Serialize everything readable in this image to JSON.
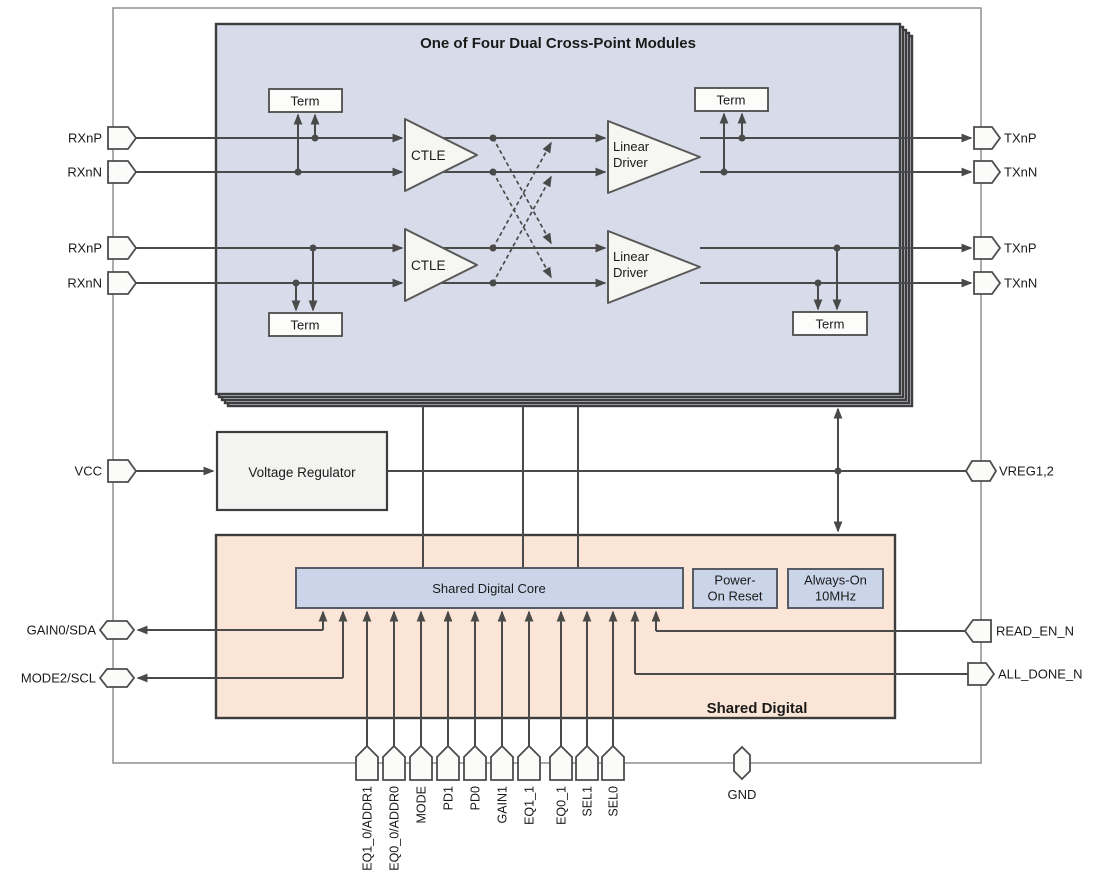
{
  "module": {
    "title": "One of Four Dual Cross-Point Modules",
    "term_label": "Term",
    "ctle_label": "CTLE",
    "driver_line1": "Linear",
    "driver_line2": "Driver"
  },
  "blocks": {
    "voltage_regulator": "Voltage Regulator",
    "shared_digital_label": "Shared Digital",
    "core_label": "Shared Digital Core",
    "por_line1": "Power-",
    "por_line2": "On Reset",
    "osc_line1": "Always-On",
    "osc_line2": "10MHz"
  },
  "pins": {
    "left": [
      "RXnP",
      "RXnN",
      "RXnP",
      "RXnN",
      "VCC",
      "GAIN0/SDA",
      "MODE2/SCL"
    ],
    "right": [
      "TXnP",
      "TXnN",
      "TXnP",
      "TXnN",
      "VREG1,2",
      "READ_EN_N",
      "ALL_DONE_N"
    ],
    "bottom": [
      "EQ1_0/ADDR1",
      "EQ0_0/ADDR0",
      "MODE",
      "PD1",
      "PD0",
      "GAIN1",
      "EQ1_1",
      "EQ0_1",
      "SEL1",
      "SEL0",
      "GND"
    ]
  },
  "colors": {
    "module_fill": "#d8dcea",
    "shared_fill": "#fbe5d6",
    "core_fill": "#cbd5e9",
    "block_fill": "#f3f3f1",
    "term_fill": "#fcfcfb",
    "pin_fill": "#fbfbfa",
    "line": "#4a4a4a",
    "border": "#3d3d3d"
  }
}
